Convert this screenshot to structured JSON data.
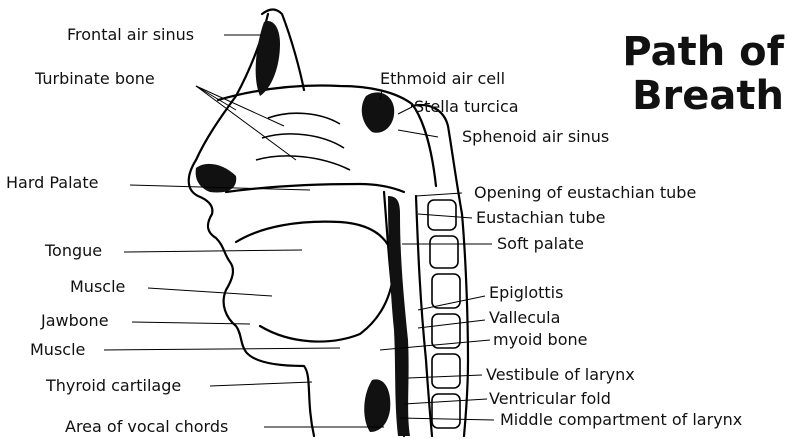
{
  "title": {
    "line1": "Path of",
    "line2": "Breath"
  },
  "labels": {
    "frontal_air_sinus": "Frontal air sinus",
    "turbinate_bone": "Turbinate bone",
    "ethmoid_air_cell": "Ethmoid air cell",
    "stella_turcica": "Stella turcica",
    "sphenoid_air_sinus": "Sphenoid air sinus",
    "hard_palate": "Hard Palate",
    "opening_eustachian_tube": "Opening of eustachian tube",
    "eustachian_tube": "Eustachian tube",
    "tongue": "Tongue",
    "soft_palate": "Soft palate",
    "muscle_upper": "Muscle",
    "epiglottis": "Epiglottis",
    "jawbone": "Jawbone",
    "vallecula": "Vallecula",
    "muscle_lower": "Muscle",
    "myoid_bone": "myoid  bone",
    "thyroid_cartilage": "Thyroid cartilage",
    "vestibule_larynx": "Vestibule of larynx",
    "ventricular_fold": "Ventricular fold",
    "area_vocal_chords": "Area of vocal chords",
    "middle_compartment": "Middle compartment of larynx"
  }
}
